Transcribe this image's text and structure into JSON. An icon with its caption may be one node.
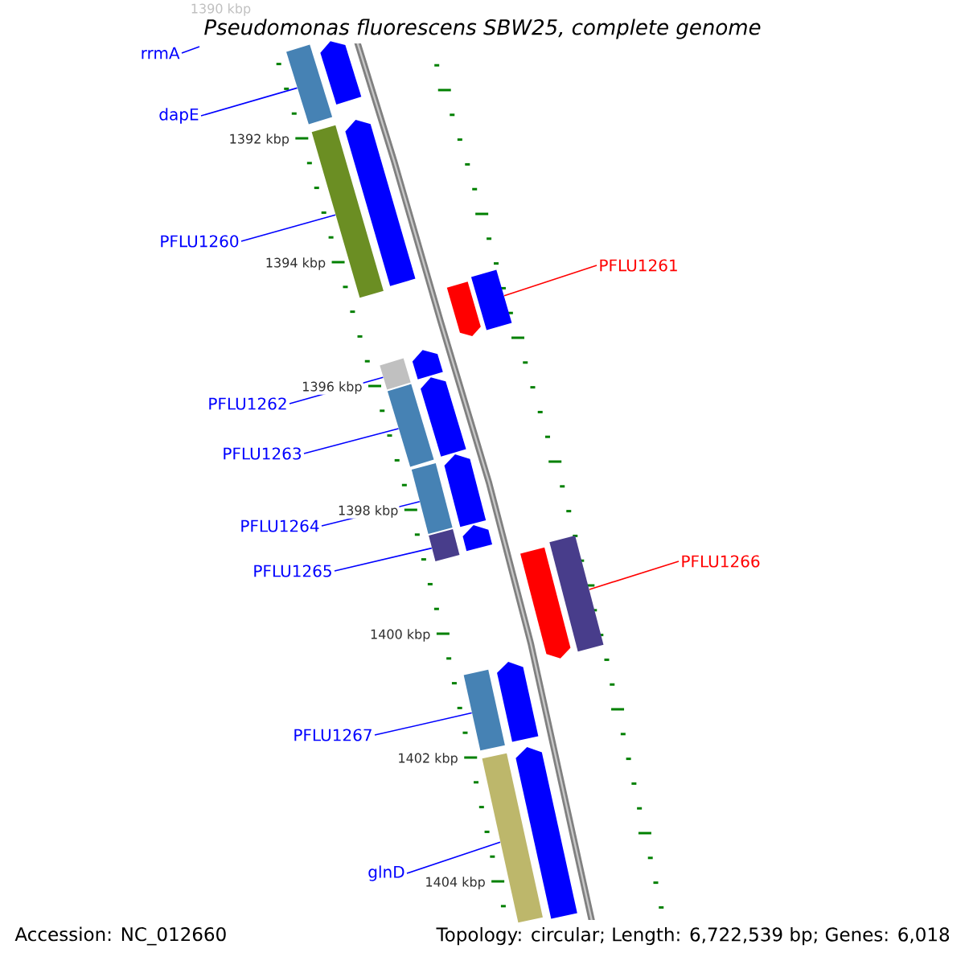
{
  "diagram": {
    "title": "Pseudomonas fluorescens SBW25, complete genome",
    "nodes": [
      {
        "text": [
          "rrmA"
        ]
      },
      {
        "text": [
          "dapE"
        ]
      },
      {
        "text": [
          "PFLU1260"
        ]
      },
      {
        "text": [
          "PFLU1261"
        ]
      },
      {
        "text": [
          "PFLU1262"
        ]
      },
      {
        "text": [
          "PFLU1263"
        ]
      },
      {
        "text": [
          "PFLU1264"
        ]
      },
      {
        "text": [
          "PFLU1265"
        ]
      },
      {
        "text": [
          "PFLU1266"
        ]
      },
      {
        "text": [
          "PFLU1267"
        ]
      },
      {
        "text": [
          "glnD"
        ]
      },
      {
        "text": [],
        "shape": "bar"
      },
      {
        "text": [],
        "shape": "bar"
      },
      {
        "text": [],
        "shape": "bar"
      },
      {
        "text": [],
        "shape": "bar"
      },
      {
        "text": [],
        "shape": "bar"
      },
      {
        "text": [],
        "shape": "bar"
      },
      {
        "text": [],
        "shape": "bar"
      },
      {
        "text": [],
        "shape": "bar"
      },
      {
        "text": [],
        "shape": "bar"
      },
      {
        "text": [],
        "shape": "bar"
      },
      {
        "text": [],
        "shape": "pentagon"
      },
      {
        "text": [],
        "shape": "pentagon"
      },
      {
        "text": [],
        "shape": "pentagon"
      },
      {
        "text": [],
        "shape": "pentagon"
      },
      {
        "text": [],
        "shape": "pentagon"
      },
      {
        "text": [],
        "shape": "pentagon"
      },
      {
        "text": [],
        "shape": "pentagon"
      },
      {
        "text": [],
        "shape": "pentagon"
      },
      {
        "text": [],
        "shape": "pentagon"
      },
      {
        "text": [],
        "shape": "pentagon"
      }
    ],
    "edges": [
      {
        "from": 0,
        "to": null,
        "arrow": "none"
      },
      {
        "from": 1,
        "to": 11,
        "arrow": "none"
      },
      {
        "from": 2,
        "to": 12,
        "arrow": "none"
      },
      {
        "from": 3,
        "to": 13,
        "arrow": "none",
        "color": "#ff0000"
      },
      {
        "from": 4,
        "to": 14,
        "arrow": "none"
      },
      {
        "from": 5,
        "to": 15,
        "arrow": "none"
      },
      {
        "from": 6,
        "to": 16,
        "arrow": "none"
      },
      {
        "from": 7,
        "to": 17,
        "arrow": "none"
      },
      {
        "from": 8,
        "to": 18,
        "arrow": "none",
        "color": "#ff0000"
      },
      {
        "from": 9,
        "to": 19,
        "arrow": "none"
      },
      {
        "from": 10,
        "to": 20,
        "arrow": "none"
      }
    ],
    "labels": [
      "1390 kbp",
      "1392 kbp",
      "1394 kbp",
      "1396 kbp",
      "1398 kbp",
      "1400 kbp",
      "1402 kbp",
      "1404 kbp",
      "Accession: NC_012660",
      "Topology: circular; Length: 6,722,539 bp; Genes: 6,018"
    ]
  }
}
